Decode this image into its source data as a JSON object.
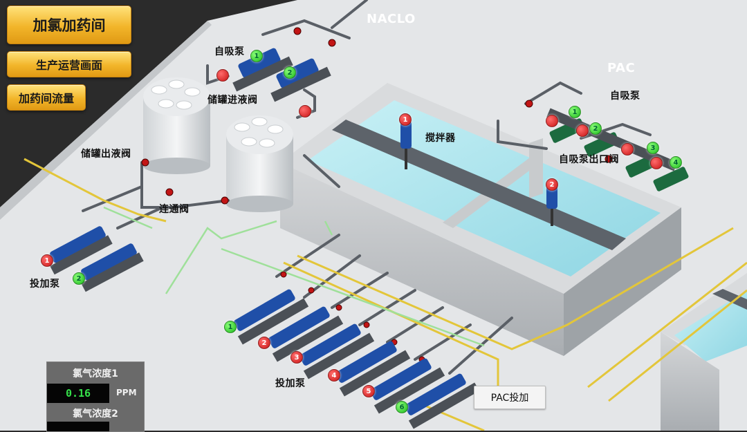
{
  "nav": {
    "main_title": "加氯加药间",
    "production": "生产运营画面",
    "flow": "加药间流量"
  },
  "labels": {
    "naclo": "NACLO",
    "pac": "PAC",
    "self_priming_pump_left": "自吸泵",
    "self_priming_pump_right": "自吸泵",
    "tank_inlet_valve": "储罐进液阀",
    "tank_outlet_valve": "储罐出液阀",
    "connecting_valve": "连通阀",
    "dosing_pump_left": "投加泵",
    "dosing_pump_bottom": "投加泵",
    "mixer": "搅拌器",
    "self_priming_outlet_valve": "自吸泵出口阀"
  },
  "readouts": {
    "chlorine_1_label": "氯气浓度1",
    "chlorine_1_value": "0.16",
    "chlorine_1_unit": "PPM",
    "chlorine_2_label": "氯气浓度2"
  },
  "buttons": {
    "pac_dosing": "PAC投加"
  },
  "badges": {
    "naclo_pump_1": "1",
    "naclo_pump_2": "2",
    "pac_pump_1": "1",
    "pac_pump_2": "2",
    "pac_pump_3": "3",
    "pac_pump_4": "4",
    "mixer_1": "1",
    "mixer_2": "2",
    "left_dose_1": "1",
    "left_dose_2": "2",
    "dose_1": "1",
    "dose_2": "2",
    "dose_3": "3",
    "dose_4": "4",
    "dose_5": "5",
    "dose_6": "6"
  },
  "colors": {
    "background": "#2b2b2b",
    "floor": "#e6e8ea",
    "water": "#aee6ee",
    "button_gold": "#f2b52a",
    "pipe_gray": "#5a5f66",
    "pipe_yellow": "#e3c63a",
    "pipe_green": "#9fe09a",
    "pump_blue": "#1f4fa8",
    "status_red": "#d21a1a",
    "status_green": "#19b81a",
    "readout_green": "#35e04a"
  }
}
